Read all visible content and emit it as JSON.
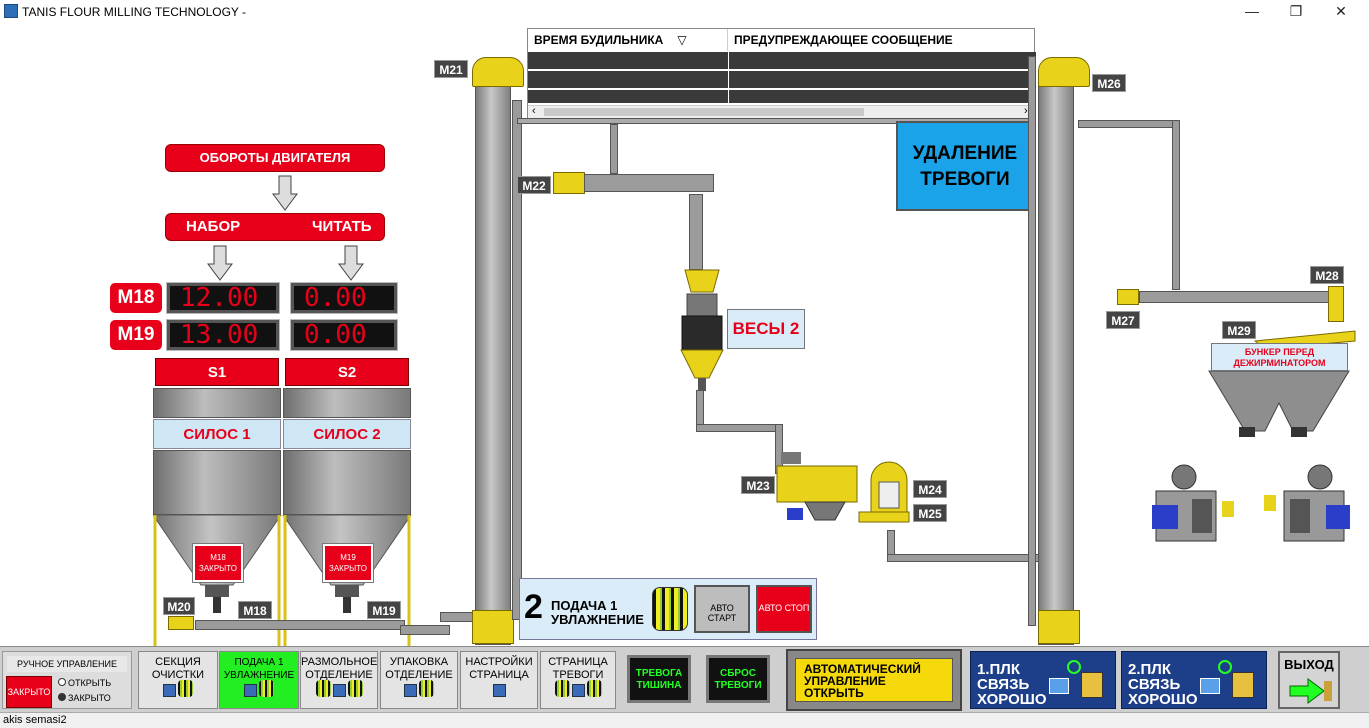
{
  "window": {
    "title": "TANIS FLOUR MILLING TECHNOLOGY -",
    "minimize": "—",
    "maximize": "❐",
    "close": "✕"
  },
  "alarm_table": {
    "col_time": "ВРЕМЯ БУДИЛЬНИКА",
    "col_message": "ПРЕДУПРЕЖДАЮЩЕЕ СООБЩЕНИЕ",
    "sort_glyph": "▽",
    "scroll_left": "‹",
    "scroll_right": "›"
  },
  "clear_alarm": {
    "label": "УДАЛЕНИЕ ТРЕВОГИ"
  },
  "motor_speed": {
    "title": "ОБОРОТЫ ДВИГАТЕЛЯ",
    "set_label": "НАБОР",
    "read_label": "ЧИТАТЬ"
  },
  "motors": [
    {
      "id": "M18",
      "set": "12.00",
      "read": "0.00"
    },
    {
      "id": "M19",
      "set": "13.00",
      "read": "0.00"
    }
  ],
  "silos": [
    {
      "head": "S1",
      "name": "СИЛОС 1",
      "valve": "M18 ЗАКРЫТО"
    },
    {
      "head": "S2",
      "name": "СИЛОС 2",
      "valve": "M19 ЗАКРЫТО"
    }
  ],
  "motor_labels": {
    "m20": "M20",
    "m18": "M18",
    "m19": "M19",
    "m21": "M21",
    "m22": "M22",
    "m23": "M23",
    "m24": "M24",
    "m25": "M25",
    "m26": "M26",
    "m27": "M27",
    "m28": "M28",
    "m29": "M29"
  },
  "scale": {
    "label": "ВЕСЫ 2"
  },
  "bunker": {
    "label": "БУНКЕР ПЕРЕД ДЕЖИРМИНАТОРОМ"
  },
  "auto_section": {
    "number": "2",
    "title": "ПОДАЧА 1 УВЛАЖНЕНИЕ",
    "start": "АВТО СТАРТ",
    "stop": "АВТО СТОП"
  },
  "manual": {
    "title": "РУЧНОЕ УПРАВЛЕНИЕ",
    "state": "ЗАКРЫТО",
    "opt_open": "ОТКРЫТЬ",
    "opt_closed": "ЗАКРЫТО"
  },
  "nav": [
    {
      "label": "СЕКЦИЯ ОЧИСТКИ",
      "active": false
    },
    {
      "label": "ПОДАЧА 1 УВЛАЖНЕНИЕ",
      "active": true
    },
    {
      "label": "РАЗМОЛЬНОЕ ОТДЕЛЕНИЕ",
      "active": false
    },
    {
      "label": "УПАКОВКА ОТДЕЛЕНИЕ",
      "active": false
    },
    {
      "label": "НАСТРОЙКИ СТРАНИЦА",
      "active": false
    },
    {
      "label": "СТРАНИЦА ТРЕВОГИ",
      "active": false
    }
  ],
  "silence_alarm": "ТРЕВОГА ТИШИНА",
  "reset_alarm": "СБРОС ТРЕВОГИ",
  "auto_control": "АВТОМАТИЧЕСКИЙ УПРАВЛЕНИЕ ОТКРЫТЬ",
  "plc1": "1.ПЛК СВЯЗЬ ХОРОШО",
  "plc2": "2.ПЛК СВЯЗЬ ХОРОШО",
  "exit": "ВЫХОД",
  "status_bar": "akis semasi2",
  "colors": {
    "alarm_red": "#e8001a",
    "clear_blue": "#1aa3e8",
    "active_green": "#22ee22",
    "plc_blue": "#1d3f8a"
  }
}
